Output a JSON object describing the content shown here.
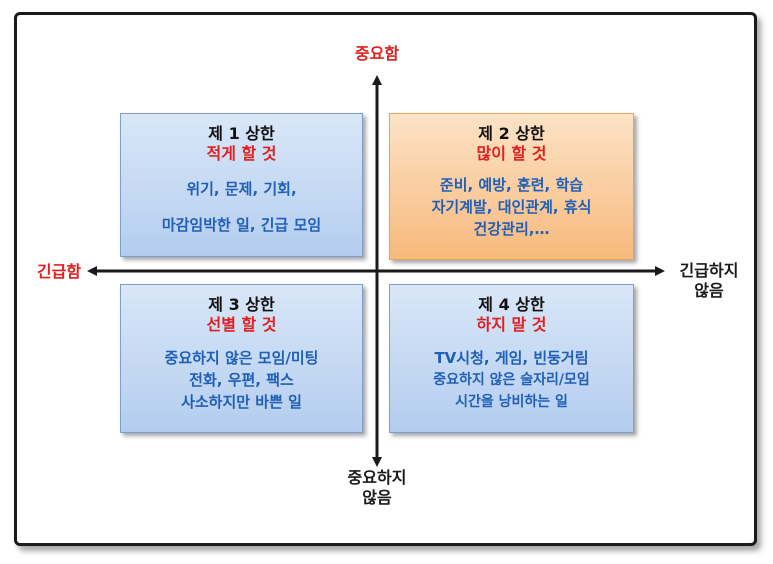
{
  "axes": {
    "top": "중요함",
    "bottom": [
      "중요하지",
      "않음"
    ],
    "left": "긴급함",
    "right": [
      "긴급하지",
      "않음"
    ]
  },
  "quadrants": [
    {
      "title": "제 1 상한",
      "subtitle": "적게 할 것",
      "lines": [
        "위기, 문제, 기회,",
        "",
        "마감임박한 일, 긴급 모임"
      ]
    },
    {
      "title": "제 2 상한",
      "subtitle": "많이 할 것",
      "lines": [
        "준비, 예방, 훈련, 학습",
        "자기계발, 대인관계, 휴식",
        "건강관리,…"
      ]
    },
    {
      "title": "제 3 상한",
      "subtitle": "선별 할 것",
      "lines": [
        "중요하지 않은 모임/미팅",
        "전화, 우편, 팩스",
        "사소하지만 바쁜 일"
      ]
    },
    {
      "title": "제 4 상한",
      "subtitle": "하지 말 것",
      "lines": [
        "TV시청, 게임, 빈둥거림",
        "중요하지 않은 술자리/모임",
        "시간을 낭비하는 일"
      ]
    }
  ],
  "colors": {
    "red": "#e02020",
    "blue_text": "#1f5fb6",
    "blue_box": "#b4cdef",
    "orange_box": "#f7b97c"
  }
}
